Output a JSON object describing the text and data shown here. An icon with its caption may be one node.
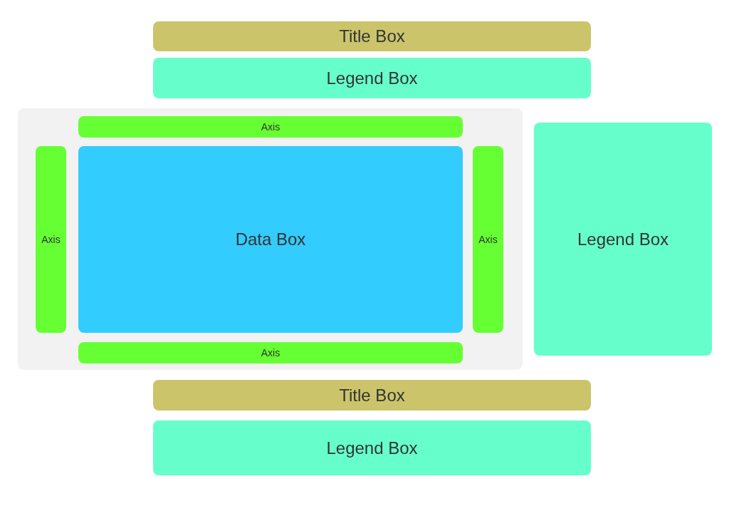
{
  "diagram": {
    "nodes": [
      {
        "text": [
          "Title Box"
        ]
      },
      {
        "text": [
          "Legend Box"
        ]
      },
      {
        "text": [],
        "shape": "box"
      },
      {
        "text": [
          "Axis"
        ],
        "in": 2
      },
      {
        "text": [
          "Axis"
        ],
        "in": 2
      },
      {
        "text": [
          "Data Box"
        ],
        "in": 2
      },
      {
        "text": [
          "Axis"
        ],
        "in": 2
      },
      {
        "text": [
          "Axis"
        ],
        "in": 2
      },
      {
        "text": [
          "Legend Box"
        ]
      },
      {
        "text": [
          "Title Box"
        ]
      },
      {
        "text": [
          "Legend Box"
        ]
      }
    ]
  }
}
